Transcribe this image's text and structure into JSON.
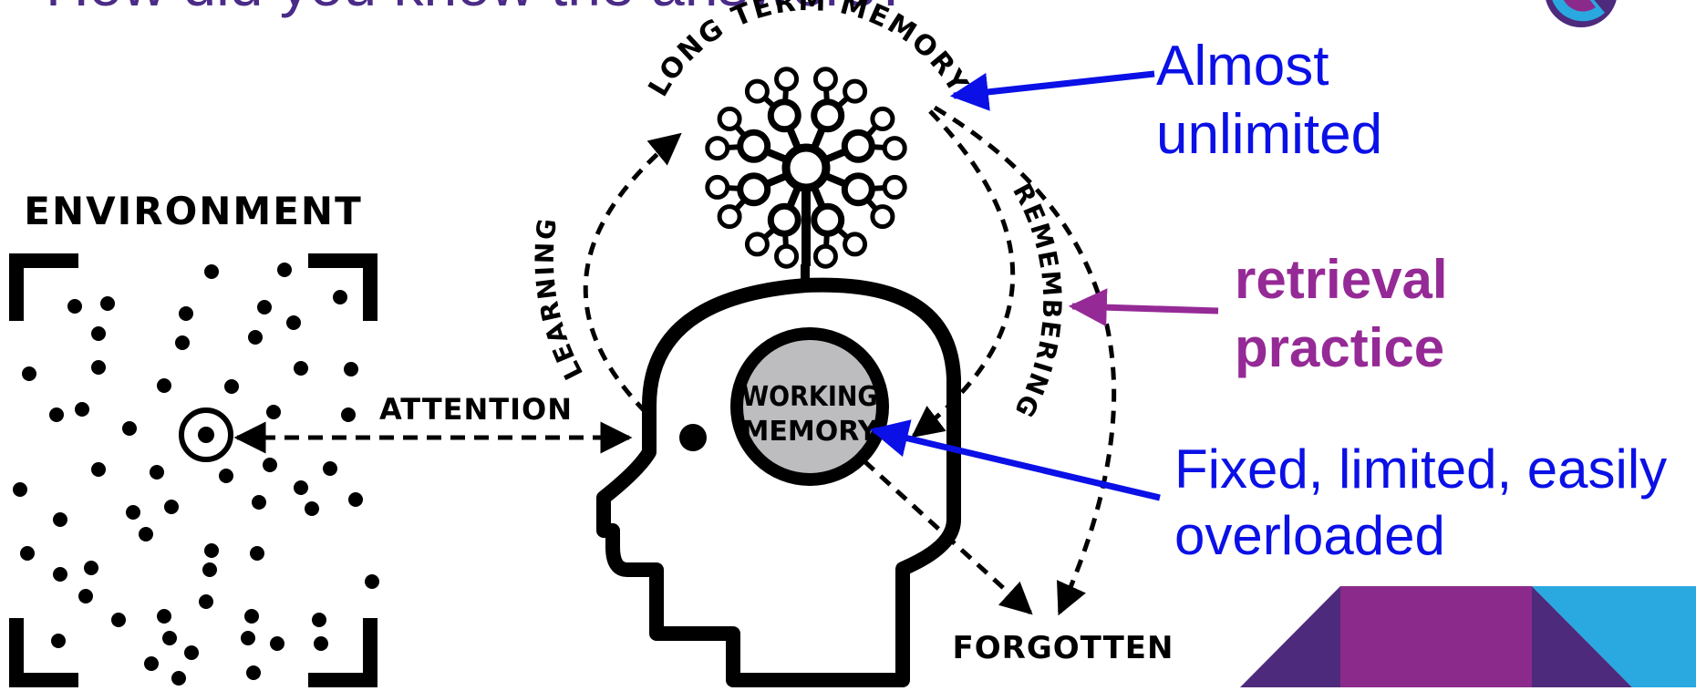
{
  "slide": {
    "title": "How did you know the answers?"
  },
  "diagram": {
    "environment_label": "ENVIRONMENT",
    "attention_label": "ATTENTION",
    "long_term_memory_label": "LONG TERM MEMORY",
    "learning_label": "LEARNING",
    "remembering_label": "REMEMBERING",
    "working_memory_line1": "WORKING",
    "working_memory_line2": "MEMORY",
    "forgotten_label": "FORGOTTEN"
  },
  "annotations": {
    "ltm_line1": "Almost",
    "ltm_line2": "unlimited",
    "retrieval_line1": "retrieval",
    "retrieval_line2": "practice",
    "wm_line1": "Fixed, limited, easily",
    "wm_line2": "overloaded"
  },
  "colors": {
    "title": "#4a2b87",
    "blue_annotation": "#0a10e6",
    "purple_annotation": "#952a96",
    "ink": "#000000",
    "working_memory_fill": "#bdbdc0",
    "deco_violet": "#4d2a7c",
    "deco_magenta": "#8c2a8c",
    "deco_cyan": "#2aa8e0"
  },
  "icons": {
    "brain_network": "neuron-tree-icon",
    "head": "head-silhouette-icon",
    "focus": "target-icon",
    "logo": "logo-icon"
  }
}
